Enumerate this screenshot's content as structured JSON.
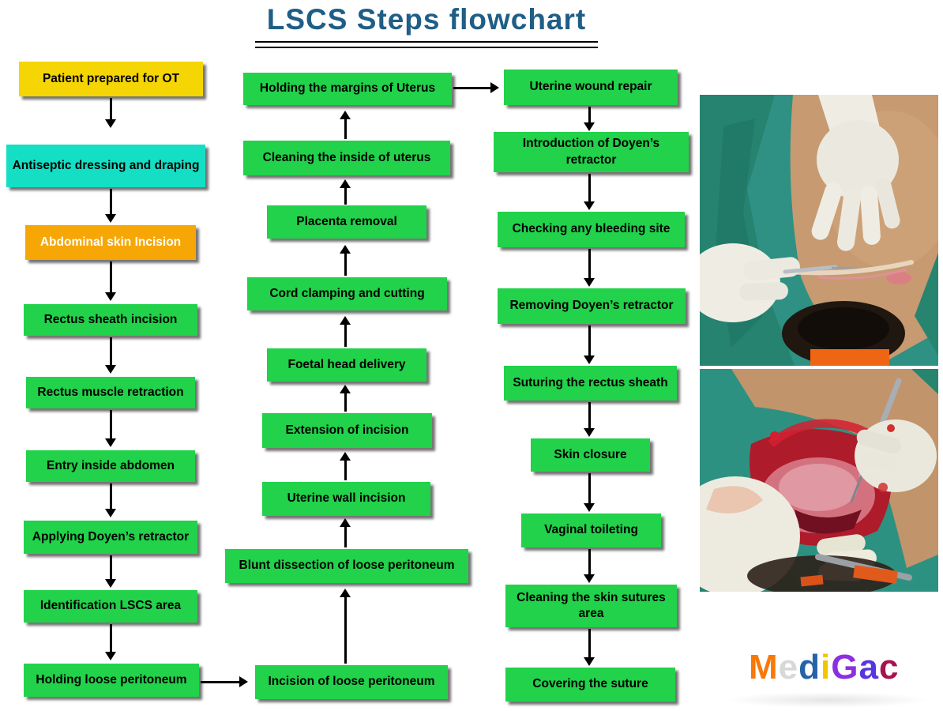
{
  "title": {
    "text": "LSCS Steps flowchart"
  },
  "colors": {
    "title": "#1F5E86",
    "yellow": "#F5D504",
    "cyan": "#14DFC4",
    "orange": "#F7A705",
    "green": "#21D24A",
    "arrow": "#000000",
    "background": "#FFFFFF"
  },
  "flow": {
    "left": [
      "Patient prepared for OT",
      "Antiseptic dressing and draping",
      "Abdominal skin Incision",
      "Rectus sheath incision",
      "Rectus muscle retraction",
      "Entry inside abdomen",
      "Applying Doyen’s retractor",
      "Identification LSCS area",
      "Holding loose peritoneum"
    ],
    "middle": [
      "Holding the margins of Uterus",
      "Cleaning the inside of uterus",
      "Placenta removal",
      "Cord clamping and cutting",
      "Foetal head delivery",
      "Extension of incision",
      "Uterine wall incision",
      "Blunt dissection of loose peritoneum",
      "Incision of loose peritoneum"
    ],
    "right": [
      "Uterine wound repair",
      "Introduction of Doyen’s retractor",
      "Checking any bleeding site",
      "Removing Doyen’s retractor",
      "Suturing the rectus sheath",
      "Skin closure",
      "Vaginal toileting",
      "Cleaning the skin sutures area",
      "Covering the suture"
    ]
  },
  "photos": [
    {
      "name": "abdominal-skin-incision-photo",
      "description": "Gloved hands making abdominal skin incision over teal surgical drapes"
    },
    {
      "name": "open-abdomen-surgery-photo",
      "description": "Open abdominal wound with surgical instruments during LSCS"
    }
  ],
  "logo": {
    "text": "MediGac",
    "letters": [
      {
        "char": "M",
        "color": "#F87909"
      },
      {
        "char": "e",
        "color": "#D8D8D8"
      },
      {
        "char": "d",
        "color": "#2563A8"
      },
      {
        "char": "i",
        "color": "#F5C400"
      },
      {
        "char": "G",
        "color": "#8B2FE0"
      },
      {
        "char": "a",
        "color": "#5636E0"
      },
      {
        "char": "c",
        "color": "#A6134F"
      }
    ]
  }
}
